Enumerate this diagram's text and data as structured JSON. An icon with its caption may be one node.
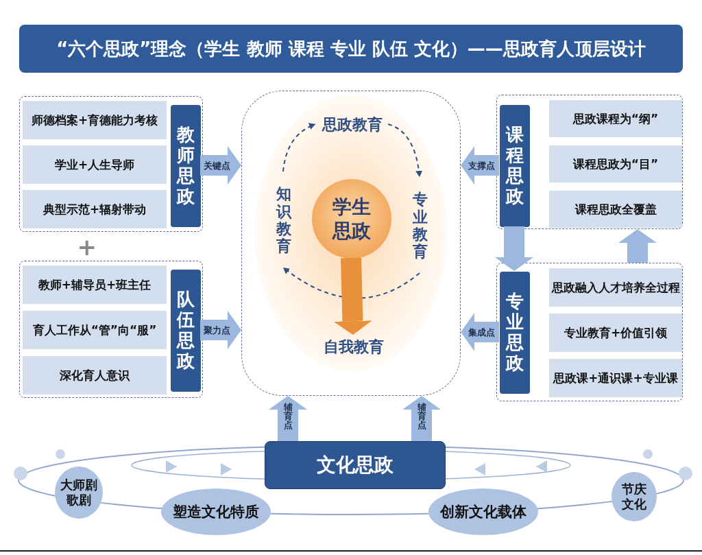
{
  "diagram": {
    "title": "“六个思政”理念（学生 教师 课程 专业 队伍 文化）——思政育人顶层设计",
    "nodes": [
      {
        "text": [],
        "shape": "box"
      },
      {
        "text": [
          "师德档案+育德能力考核"
        ],
        "in": 0
      },
      {
        "text": [
          "学业+人生导师"
        ],
        "in": 0
      },
      {
        "text": [
          "典型示范+辐射带动"
        ],
        "in": 0
      },
      {
        "text": [
          "教师思政"
        ],
        "in": 0
      },
      {
        "text": [],
        "shape": "box"
      },
      {
        "text": [
          "教师+辅导员+班主任"
        ],
        "in": 5
      },
      {
        "text": [
          "育人工作从“管”向“服”"
        ],
        "in": 5
      },
      {
        "text": [
          "深化育人意识"
        ],
        "in": 5
      },
      {
        "text": [
          "队伍思政"
        ],
        "in": 5
      },
      {
        "text": [],
        "shape": "box"
      },
      {
        "text": [
          "学生思政"
        ],
        "in": 10
      },
      {
        "text": [
          "思政教育"
        ],
        "in": 10
      },
      {
        "text": [
          "知识教育"
        ],
        "in": 10
      },
      {
        "text": [
          "专业教育"
        ],
        "in": 10
      },
      {
        "text": [
          "自我教育"
        ],
        "in": 10
      },
      {
        "text": [],
        "shape": "box"
      },
      {
        "text": [
          "思政课程为“纲”"
        ],
        "in": 16
      },
      {
        "text": [
          "课程思政为“目”"
        ],
        "in": 16
      },
      {
        "text": [
          "课程思政全覆盖"
        ],
        "in": 16
      },
      {
        "text": [
          "课程思政"
        ],
        "in": 16
      },
      {
        "text": [],
        "shape": "box"
      },
      {
        "text": [
          "思政融入人才培养全过程"
        ],
        "in": 21
      },
      {
        "text": [
          "专业教育+价值引领"
        ],
        "in": 21
      },
      {
        "text": [
          "思政课+通识课+专业课"
        ],
        "in": 21
      },
      {
        "text": [
          "专业思政"
        ],
        "in": 21
      },
      {
        "text": [
          "文化思政"
        ]
      },
      {
        "text": [
          "大师剧歌剧"
        ]
      },
      {
        "text": [
          "塑造文化特质"
        ]
      },
      {
        "text": [
          "创新文化载体"
        ]
      },
      {
        "text": [
          "节庆文化"
        ]
      }
    ],
    "edges": [
      {
        "from": 4,
        "to": 10,
        "arrow": "to",
        "label": "关键点"
      },
      {
        "from": 9,
        "to": 10,
        "arrow": "to",
        "label": "聚力点"
      },
      {
        "from": 20,
        "to": 10,
        "arrow": "to",
        "label": "支撑点"
      },
      {
        "from": 25,
        "to": 10,
        "arrow": "to",
        "label": "集成点"
      },
      {
        "from": 20,
        "to": 25,
        "arrow": "to"
      },
      {
        "from": 21,
        "to": 16,
        "arrow": "to"
      },
      {
        "from": 26,
        "to": 10,
        "arrow": "to",
        "label": "辅育点"
      },
      {
        "from": 26,
        "to": 10,
        "arrow": "to",
        "label": "辅育点"
      },
      {
        "from": 12,
        "to": 14,
        "arrow": "to",
        "style": "dashed",
        "color": "#2f4f86"
      },
      {
        "from": 14,
        "to": 13,
        "arrow": "to",
        "style": "dashed",
        "color": "#2f4f86"
      },
      {
        "from": 13,
        "to": 12,
        "arrow": "to",
        "style": "dashed",
        "color": "#2f4f86"
      },
      {
        "from": 11,
        "to": 15,
        "arrow": "to",
        "color": "#e8913a"
      }
    ],
    "labels": [
      "+"
    ]
  }
}
